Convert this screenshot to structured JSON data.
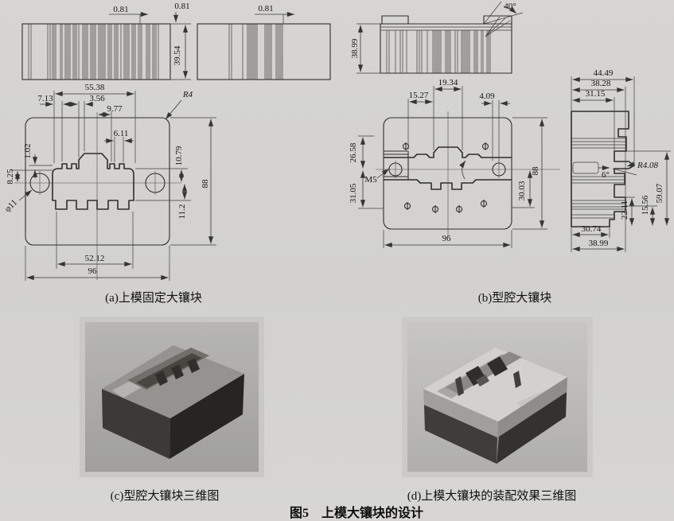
{
  "page": {
    "background": "#d3d2cf",
    "line_color": "#2e2e2e"
  },
  "strip_view_left": {
    "slot_width": "0.81",
    "top_thickness": "0.81",
    "height": "39.54"
  },
  "strip_view_mid": {
    "slot_width": "0.81"
  },
  "strip_view_right": {
    "chamfer_angle": "40°",
    "height": "38.99"
  },
  "view_a": {
    "label": "(a)上模固定大镶块",
    "dims": {
      "top_width": "55.38",
      "left_offset": "7.13",
      "step": "3.56",
      "center_offset": "9.77",
      "corner_radius": "R4",
      "tooth": "6.11",
      "hole_drop": "10.79",
      "hole_up": "8.25",
      "step_h": "1.02",
      "hole_dia": "φ11",
      "height": "88",
      "lower": "11.2",
      "inner_width": "52.12",
      "width": "96"
    }
  },
  "view_b": {
    "label": "(b)型腔大镶块",
    "dims": {
      "bump_width": "19.34",
      "left_span": "15.27",
      "pin_offset": "4.09",
      "upper": "26.58",
      "thread": "M5",
      "lower": "31.05",
      "right_lower": "30.03",
      "height": "88",
      "width": "96"
    }
  },
  "side_view": {
    "dims": {
      "width_max": "44.49",
      "width_mid": "38.28",
      "width_min": "31.15",
      "tip_radius": "R4.08",
      "wedge_angle": "6°",
      "height_right": "59.07",
      "height_step": "15.56",
      "height_lower": "22.11",
      "bottom_width": "30.74",
      "bottom_width2": "38.99"
    }
  },
  "captions": {
    "c": "(c)型腔大镶块三维图",
    "d": "(d)上模大镶块的装配效果三维图",
    "figure": "图5　上模大镶块的设计"
  }
}
